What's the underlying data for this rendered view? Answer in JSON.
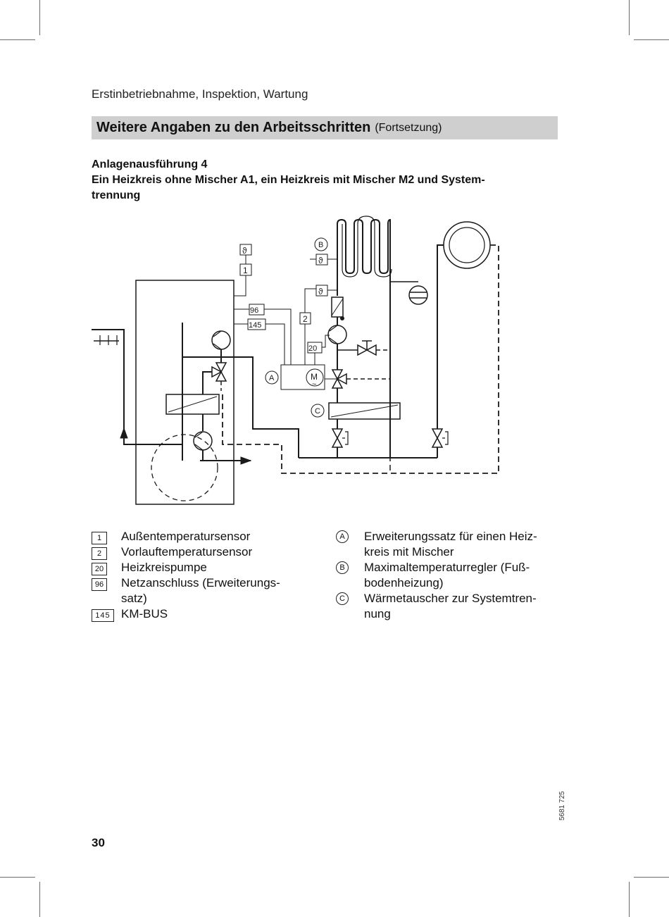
{
  "header": {
    "section": "Erstinbetriebnahme, Inspektion, Wartung",
    "title": "Weitere Angaben zu den Arbeitsschritten",
    "title_suffix": "(Fortsetzung)"
  },
  "subheading": {
    "line1": "Anlagenausführung 4",
    "line2": "Ein Heizkreis ohne Mischer A1, ein Heizkreis mit Mischer M2 und System-",
    "line3": "trennung"
  },
  "diagram": {
    "labels": {
      "sensor_1": "1",
      "sensor_2": "2",
      "pump_20": "20",
      "power_96": "96",
      "bus_145": "145",
      "letter_a": "A",
      "letter_b": "B",
      "letter_c": "C",
      "motor": "M",
      "motor_tilde": "~",
      "theta": "ϑ"
    }
  },
  "legend": {
    "left": [
      {
        "key": "1",
        "text": "Außentemperatursensor"
      },
      {
        "key": "2",
        "text": "Vorlauftemperatursensor"
      },
      {
        "key": "20",
        "text": "Heizkreispumpe"
      },
      {
        "key": "96",
        "text": "Netzanschluss (Erweiterungs-",
        "text2": "satz)"
      },
      {
        "key": "145",
        "text": "KM-BUS"
      }
    ],
    "right": [
      {
        "key": "A",
        "text": "Erweiterungssatz für einen Heiz-",
        "text2": "kreis mit Mischer"
      },
      {
        "key": "B",
        "text": "Maximaltemperaturregler (Fuß-",
        "text2": "bodenheizung)"
      },
      {
        "key": "C",
        "text": "Wärmetauscher zur Systemtren-",
        "text2": "nung"
      }
    ]
  },
  "footer": {
    "page_number": "30",
    "doc_code": "5681 725"
  }
}
